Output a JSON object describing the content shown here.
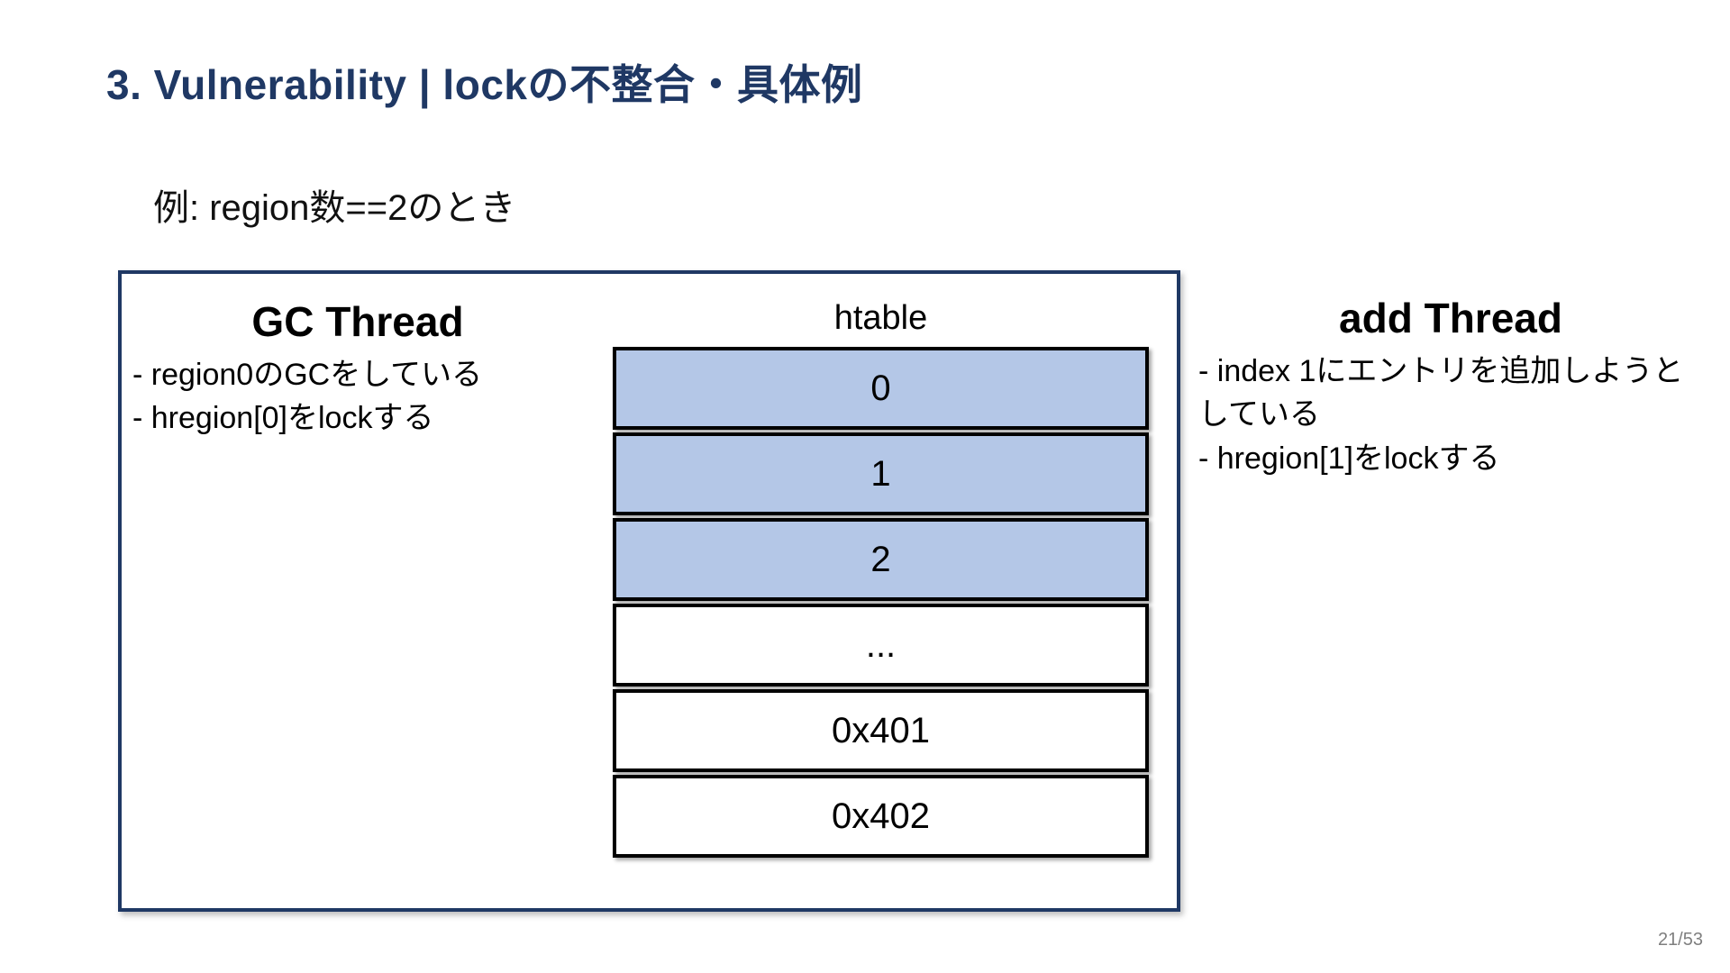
{
  "slide": {
    "title": "3. Vulnerability | lockの不整合・具体例",
    "subtitle": "例: region数==2のとき",
    "page_number": "21/53"
  },
  "gc_thread": {
    "heading": "GC Thread",
    "bullets": [
      "- region0のGCをしている",
      "- hregion[0]をlockする"
    ]
  },
  "add_thread": {
    "heading": "add Thread",
    "bullets": [
      "- index 1にエントリを追加しようとしている",
      "- hregion[1]をlockする"
    ]
  },
  "htable": {
    "label": "htable",
    "rows": [
      {
        "label": "0",
        "highlighted": true
      },
      {
        "label": "1",
        "highlighted": true
      },
      {
        "label": "2",
        "highlighted": true
      },
      {
        "label": "...",
        "highlighted": false
      },
      {
        "label": "0x401",
        "highlighted": false
      },
      {
        "label": "0x402",
        "highlighted": false
      }
    ]
  },
  "colors": {
    "title_navy": "#1f3864",
    "box_border_navy": "#1f3864",
    "row_highlight_blue": "#b4c7e7",
    "row_border_black": "#000000",
    "page_number_gray": "#7f7f7f"
  }
}
